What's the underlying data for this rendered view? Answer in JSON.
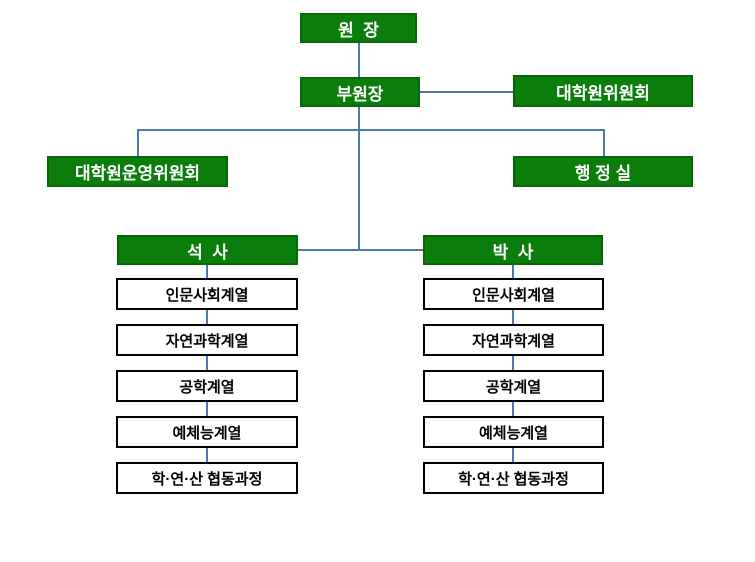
{
  "diagram": {
    "nodes": {
      "director": "원  장",
      "vice_director": "부원장",
      "graduate_committee": "대학원위원회",
      "operating_committee": "대학원운영위원회",
      "admin_office": "행 정 실",
      "masters": "석  사",
      "doctoral": "박  사"
    },
    "masters_items": [
      "인문사회계열",
      "자연과학계열",
      "공학계열",
      "예체능계열",
      "학·연·산 협동과정"
    ],
    "doctoral_items": [
      "인문사회계열",
      "자연과학계열",
      "공학계열",
      "예체능계열",
      "학·연·산 협동과정"
    ]
  },
  "colors": {
    "node_fill": "#0a7d0a",
    "node_border": "#076607",
    "connector": "#4a7aad",
    "item_border": "#000000"
  }
}
